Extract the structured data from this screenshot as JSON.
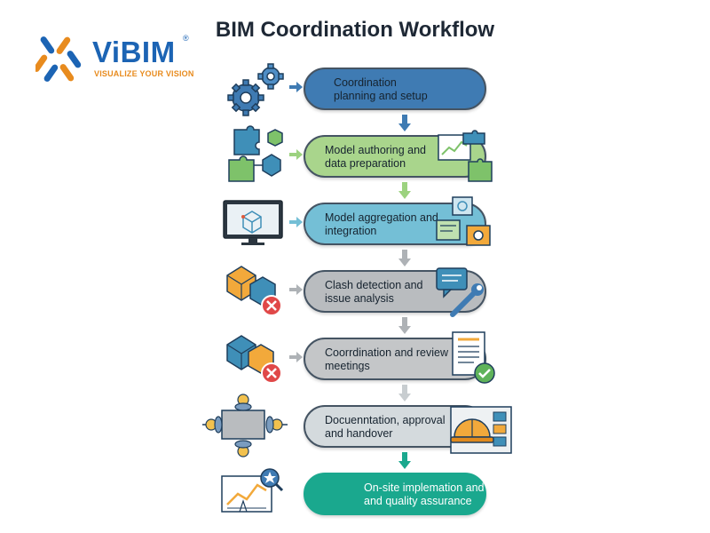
{
  "logo": {
    "name": "ViBIM",
    "registered": "®",
    "tagline": "VISUALIZE YOUR VISION"
  },
  "title": "BIM Coordination Workflow",
  "colors": {
    "planning": "#3f7bb3",
    "authoring": "#a9d58c",
    "aggregation": "#74bfd6",
    "clash": "#b9bcbf",
    "review": "#c4c6c8",
    "documentation": "#d4dadd",
    "onsite": "#1aa88e",
    "arrow_blue": "#3f7bb3",
    "arrow_green": "#9cd27f",
    "arrow_grey": "#aeb2b6",
    "arrow_teal": "#1aa88e",
    "brand_blue": "#1c64b4",
    "brand_orange": "#e88b1e"
  },
  "steps": [
    {
      "label": "Coordination\nplanning and setup",
      "icon": "gears-icon",
      "color": "#3f7bb3"
    },
    {
      "label": "Model authoring and\ndata preparation",
      "icon": "puzzle-blocks-icon",
      "color": "#a9d58c"
    },
    {
      "label": "Model aggregation and\nintegration",
      "icon": "monitor-model-icon",
      "color": "#74bfd6"
    },
    {
      "label": "Clash detection and\nissue analysis",
      "icon": "clash-blocks-icon",
      "color": "#b9bcbf"
    },
    {
      "label": "Coorrdination and review\nmeetings",
      "icon": "review-blocks-icon",
      "color": "#c4c6c8"
    },
    {
      "label": "Docuenntation, approval\nand handover",
      "icon": "meeting-table-icon",
      "color": "#d4dadd"
    },
    {
      "label": "On-site implemation and\nand quality assurance",
      "icon": "site-chart-icon",
      "color": "#1aa88e"
    }
  ]
}
